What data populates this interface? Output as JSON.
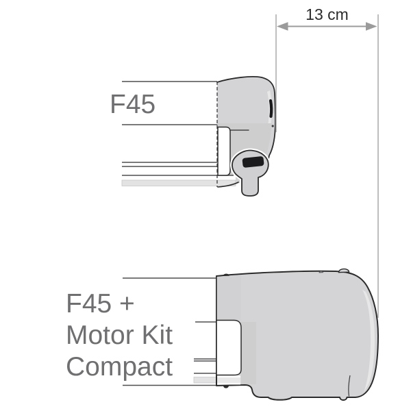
{
  "diagram": {
    "background": "#ffffff",
    "dimension": {
      "label": "13 cm"
    },
    "products": {
      "f45": {
        "label": "F45"
      },
      "f45_motor": {
        "lines": [
          "F45 +",
          "Motor Kit",
          "Compact"
        ]
      }
    },
    "colors": {
      "background": "#ffffff",
      "label_text": "#6f6f71",
      "dimension_text": "#2c2c2c",
      "dimension_line": "#a8a8a8",
      "arrow": "#9b9b9b",
      "cap_fill": "#d4d4d6",
      "cap_shade": "#c8c8ca",
      "cap_highlight": "#e9e9ea",
      "band_fill": "#e3e3e4",
      "case_line": "#4f4f52",
      "outline": "#2b2b2b"
    }
  }
}
